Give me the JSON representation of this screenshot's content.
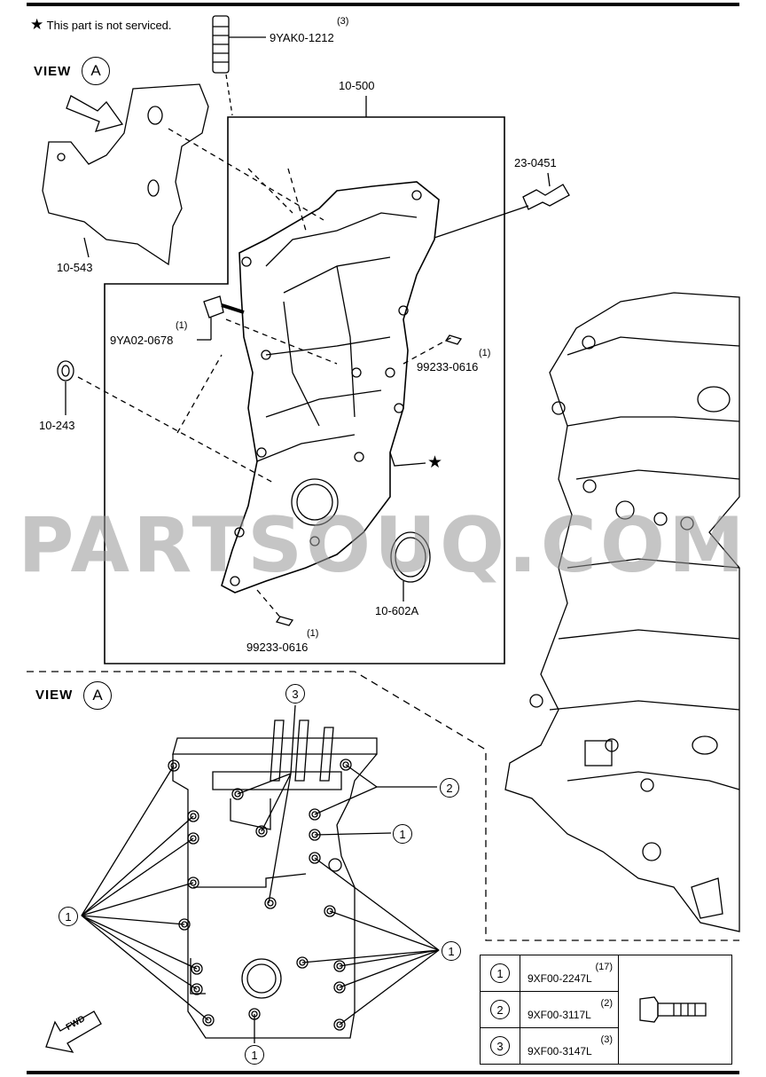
{
  "note": {
    "star": "★",
    "text": "This part is not serviced."
  },
  "views": {
    "top": {
      "word": "VIEW",
      "letter": "A"
    },
    "bottom": {
      "word": "VIEW",
      "letter": "A"
    }
  },
  "callouts": {
    "stud_qty": "(3)",
    "stud_pn": "9YAK0-1212",
    "cover_assy": "10-500",
    "gauge": "23-0451",
    "bracket": "10-543",
    "bolt_qty": "(1)",
    "bolt_pn": "9YA02-0678",
    "pin_top_qty": "(1)",
    "pin_top_pn": "99233-0616",
    "seal_small": "10-243",
    "seal_large": "10-602A",
    "pin_bot_qty": "(1)",
    "pin_bot_pn": "99233-0616",
    "star": "★"
  },
  "view_markers": {
    "m3": "3",
    "m2": "2",
    "m1a": "1",
    "m1left": "1",
    "m1right": "1",
    "m1bottom": "1"
  },
  "fwd": "FWD",
  "watermark": "PARTSOUQ.COM",
  "legend": [
    {
      "num": "1",
      "qty": "(17)",
      "pn": "9XF00-2247L"
    },
    {
      "num": "2",
      "qty": "(2)",
      "pn": "9XF00-3117L"
    },
    {
      "num": "3",
      "qty": "(3)",
      "pn": "9XF00-3147L"
    }
  ]
}
